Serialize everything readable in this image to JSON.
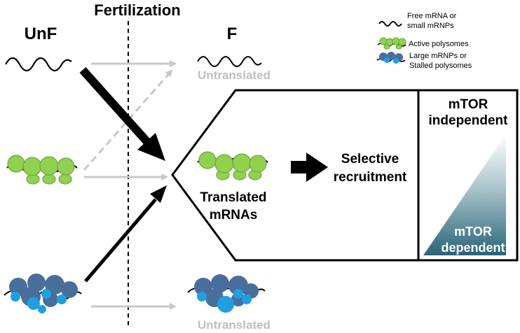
{
  "header": {
    "fertilization": "Fertilization",
    "unf": "UnF",
    "f": "F"
  },
  "legend": {
    "free_line1": "Free mRNA or",
    "free_line2": "small mRNPs",
    "active": "Active polysomes",
    "large_line1": "Large mRNPs or",
    "large_line2": "Stalled polysomes"
  },
  "labels": {
    "untranslated_top": "Untranslated",
    "untranslated_bottom": "Untranslated",
    "translated_line1": "Translated",
    "translated_line2": "mRNAs",
    "selective_line1": "Selective",
    "selective_line2": "recruitment",
    "mtor_ind_line1": "mTOR",
    "mtor_ind_line2": "independent",
    "mtor_dep_line1": "mTOR",
    "mtor_dep_line2": "dependent"
  },
  "colors": {
    "active_green": "#92d050",
    "active_green_dark": "#6aa83a",
    "stalled_blue": "#4a6e9c",
    "stalled_cyan": "#1ea0e0",
    "gray_arrow": "#c8c8c8",
    "untranslated_gray": "#bfbfbf",
    "gradient_top": "#ffffff",
    "gradient_bottom": "#2a6478"
  }
}
